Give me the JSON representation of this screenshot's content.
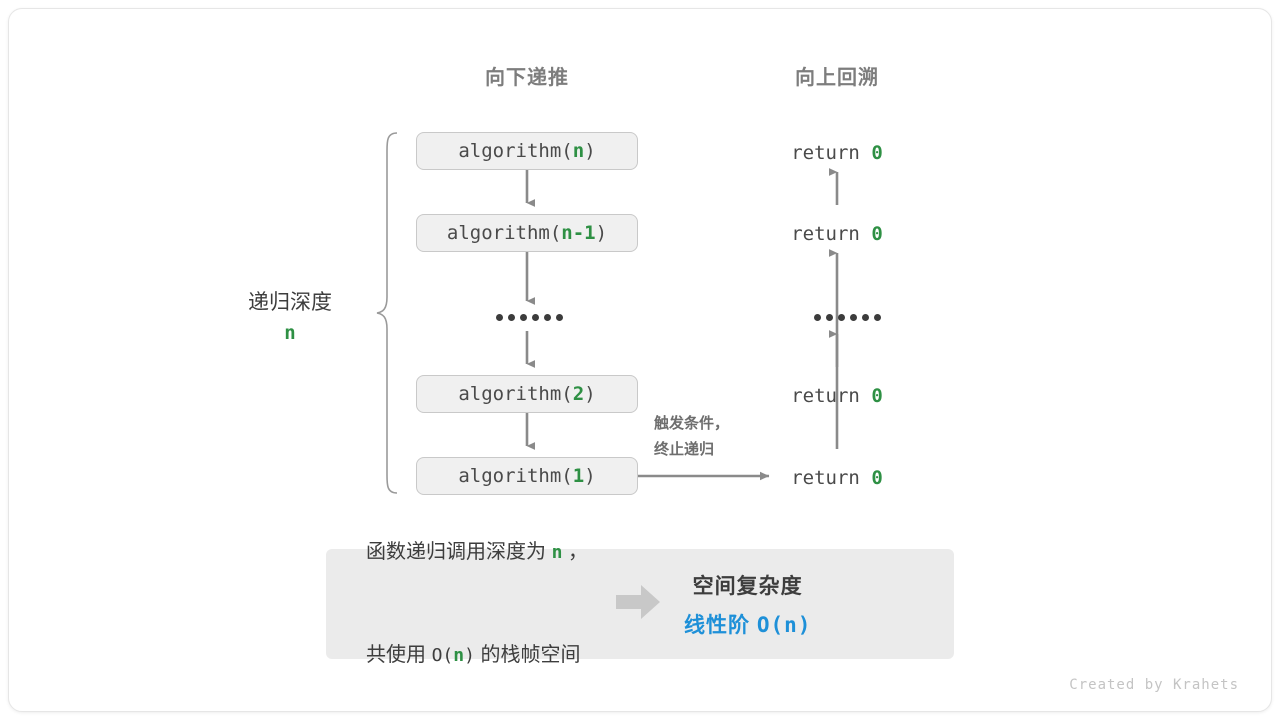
{
  "headers": {
    "down": "向下递推",
    "up": "向上回溯"
  },
  "call_stack": {
    "boxes": [
      {
        "prefix": "algorithm(",
        "arg": "n",
        "suffix": ")"
      },
      {
        "prefix": "algorithm(",
        "arg": "n-1",
        "suffix": ")"
      },
      {
        "prefix": "algorithm(",
        "arg": "2",
        "suffix": ")"
      },
      {
        "prefix": "algorithm(",
        "arg": "1",
        "suffix": ")"
      }
    ],
    "ellipsis_dots": 6
  },
  "returns": {
    "keyword": "return ",
    "value": "0",
    "rows": [
      "return 0",
      "return 0",
      "return 0",
      "return 0"
    ]
  },
  "depth_label": {
    "text": "递归深度",
    "value": "n"
  },
  "trigger_label": {
    "line1": "触发条件，",
    "line2": "终止递归"
  },
  "summary": {
    "left_line1_a": "函数递归调用深度为 ",
    "left_line1_var": "n",
    "left_line1_b": " ，",
    "left_line2_a": "共使用 ",
    "left_line2_mono_a": "O(",
    "left_line2_var": "n",
    "left_line2_mono_b": ")",
    "left_line2_b": " 的栈帧空间",
    "arrow_icon": "right-arrow-icon",
    "right_title": "空间复杂度",
    "right_value_text": "线性阶 ",
    "right_value_mono": "O(n)"
  },
  "credit": "Created by Krahets",
  "colors": {
    "accent_green": "#2e9044",
    "accent_blue": "#1e90d8",
    "box_fill": "#f0f0f0",
    "box_border": "#c9c9c9",
    "arrow_gray": "#8a8a8a",
    "panel_fill": "#ebebeb",
    "text_dark": "#3d3d3d",
    "header_gray": "#7d7d7d"
  }
}
